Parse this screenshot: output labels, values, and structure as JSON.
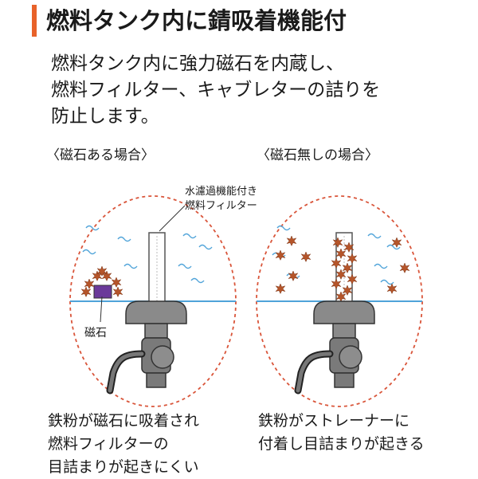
{
  "header": {
    "title": "燃料タンク内に錆吸着機能付",
    "accent_color": "#e8622a"
  },
  "intro": {
    "lines": [
      "燃料タンク内に強力磁石を内蔵し、",
      "燃料フィルター、キャブレターの詰りを",
      "防止します。"
    ]
  },
  "left_panel": {
    "label": "〈磁石ある場合〉",
    "magnet_label": "磁石",
    "filter_callout": [
      "水濾過機能付き",
      "燃料フィルター"
    ],
    "caption": [
      "鉄粉が磁石に吸着され",
      "燃料フィルターの",
      "目詰まりが起きにくい"
    ]
  },
  "right_panel": {
    "label": "〈磁石無しの場合〉",
    "caption": [
      "鉄粉がストレーナーに",
      "付着し目詰まりが起きる"
    ]
  },
  "colors": {
    "circle_dash": "#d9553a",
    "water_line": "#4fa3d9",
    "rust": "#b5552a",
    "magnet": "#6b3a9a",
    "fitting": "#7a7a7a"
  }
}
